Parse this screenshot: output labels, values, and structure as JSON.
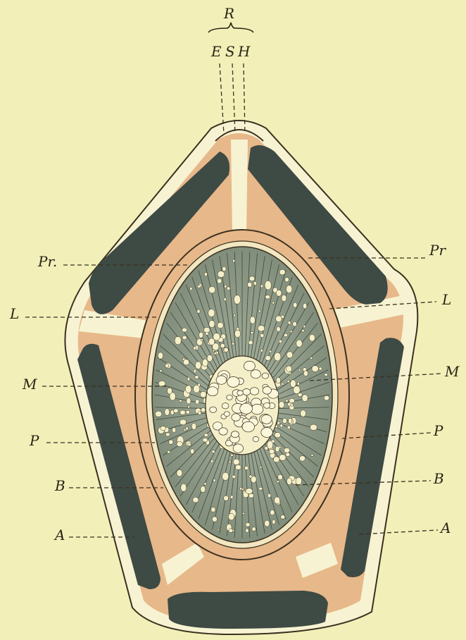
{
  "diagram": {
    "labels": {
      "R": "R",
      "E": "E",
      "S": "S",
      "H": "H",
      "Pr_left": "Pr.",
      "Pr_right": "Pr",
      "L_left": "L",
      "L_right": "L",
      "M_left": "M",
      "M_right": "M",
      "P_left": "P",
      "P_right": "P",
      "B_left": "B",
      "B_right": "B",
      "A_left": "A",
      "A_right": "A"
    },
    "colors": {
      "background": "#f2f0b8",
      "tan": "#e7b88a",
      "dark_green": "#3e4a44",
      "central_gray": "#8e9a86",
      "cream": "#f7f3d2",
      "outline": "#3a3020"
    }
  }
}
